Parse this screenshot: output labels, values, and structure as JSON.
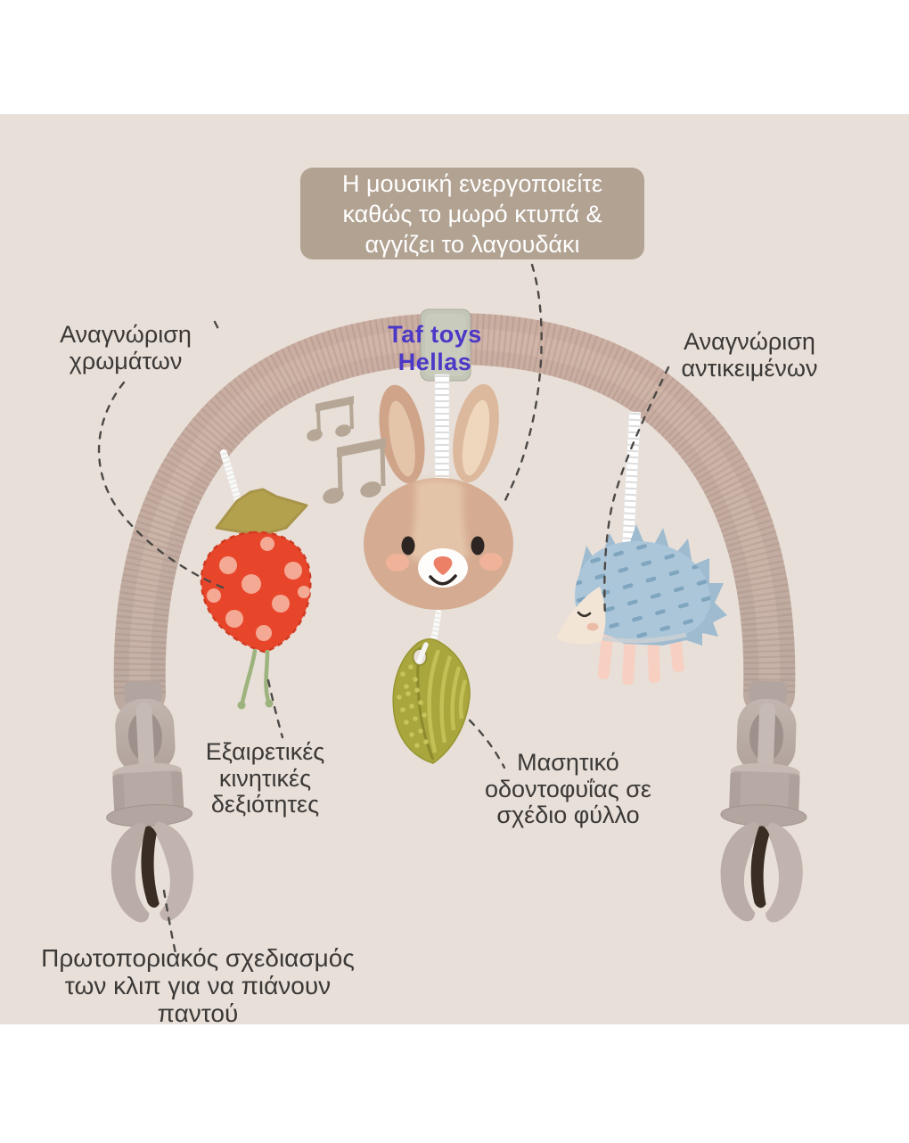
{
  "callout": {
    "lines": [
      "Η μουσική ενεργοποιείτε",
      "καθώς το μωρό κτυπά &",
      "αγγίζει το λαγουδάκι"
    ]
  },
  "brand": {
    "text": "Taf toys Hellas"
  },
  "labels": {
    "color_recognition": {
      "lines": [
        "Αναγνώριση",
        "χρωμάτων"
      ]
    },
    "object_recognition": {
      "lines": [
        "Αναγνώριση",
        "αντικειμένων"
      ]
    },
    "motor_skills": {
      "lines": [
        "Εξαιρετικές",
        "κινητικές",
        "δεξιότητες"
      ]
    },
    "teether": {
      "lines": [
        "Μασητικό",
        "οδοντοφυΐας σε",
        "σχέδιο φύλλο"
      ]
    },
    "clips": {
      "lines": [
        "Πρωτοποριακός σχεδιασμός",
        "των κλιπ για να πιάνουν",
        "παντού"
      ]
    }
  },
  "icons": {
    "music_notes": "two beamed eighth-note pairs"
  },
  "illustration_parts": [
    "corduroy-arch",
    "velcro-strap",
    "strawberry-toy",
    "bunny-toy",
    "leaf-teether",
    "hedgehog-toy",
    "left-stroller-clip",
    "right-stroller-clip"
  ],
  "colors": {
    "page_bg": "#ffffff",
    "canvas_bg": "#e7dfd8",
    "callout_bg": "#b1a292",
    "callout_text": "#ffffff",
    "brand_text": "#4c38c6",
    "label_text": "#3b3836",
    "leader_line": "#4c4946",
    "arch": "#c4a89d",
    "velcro_strap": "#c3c5b7",
    "clip_plastic": "#b7a9a3",
    "strawberry": "#e8462b",
    "strawberry_dots": "#f4a995",
    "strawberry_leaves": "#b4a14d",
    "bunny": "#d5ac92",
    "hedgehog": "#acc6d9",
    "hedgehog_dashes": "#7099b7",
    "leaf_teether": "#a8a63d",
    "music_note": "#b5a695"
  }
}
